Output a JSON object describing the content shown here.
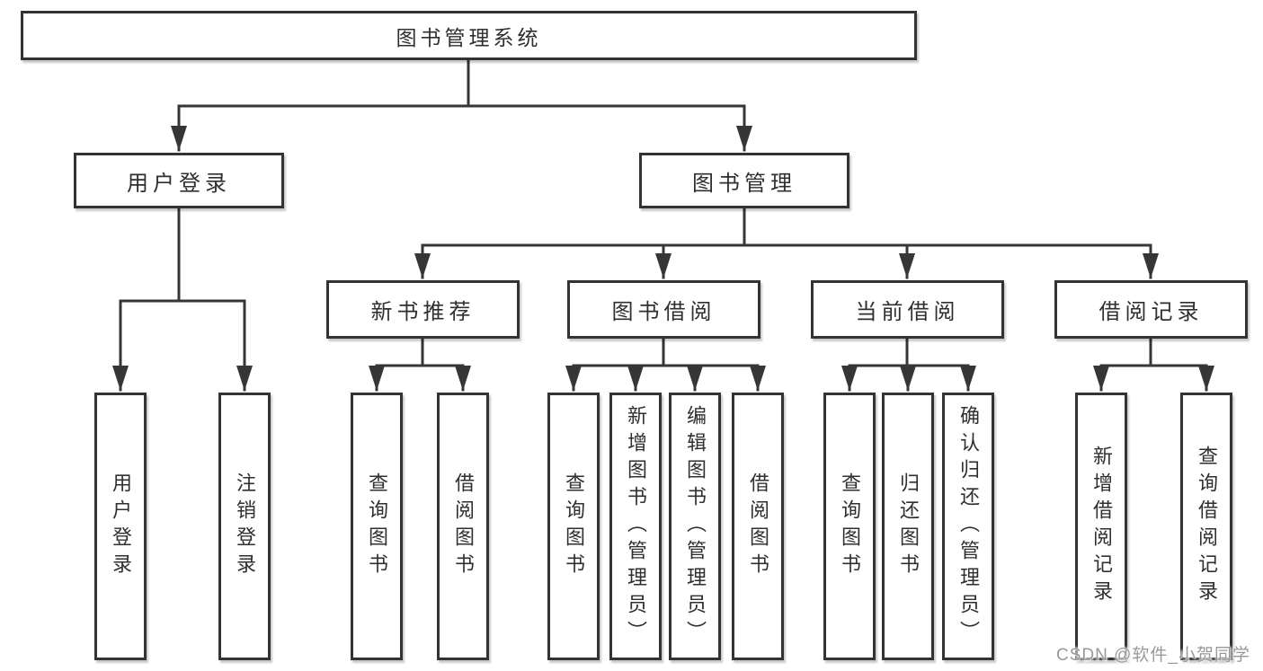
{
  "root": {
    "label": "图书管理系统"
  },
  "user_login": {
    "label": "用户登录",
    "children": [
      {
        "label": "用户登录"
      },
      {
        "label": "注销登录"
      }
    ]
  },
  "book_management": {
    "label": "图书管理",
    "sections": [
      {
        "label": "新书推荐",
        "children": [
          {
            "label": "查询图书"
          },
          {
            "label": "借阅图书"
          }
        ]
      },
      {
        "label": "图书借阅",
        "children": [
          {
            "label": "查询图书"
          },
          {
            "label": "新增图书（管理员）"
          },
          {
            "label": "编辑图书（管理员）"
          },
          {
            "label": "借阅图书"
          }
        ]
      },
      {
        "label": "当前借阅",
        "children": [
          {
            "label": "查询图书"
          },
          {
            "label": "归还图书"
          },
          {
            "label": "确认归还（管理员）"
          }
        ]
      },
      {
        "label": "借阅记录",
        "children": [
          {
            "label": "新增借阅记录"
          },
          {
            "label": "查询借阅记录"
          }
        ]
      }
    ]
  },
  "watermark": {
    "text": "CSDN @软件_小贺同学"
  },
  "colors": {
    "line": "#363636",
    "border": "#333333",
    "text": "#2f2f2f",
    "watermark": "#999999",
    "background": "#ffffff"
  }
}
